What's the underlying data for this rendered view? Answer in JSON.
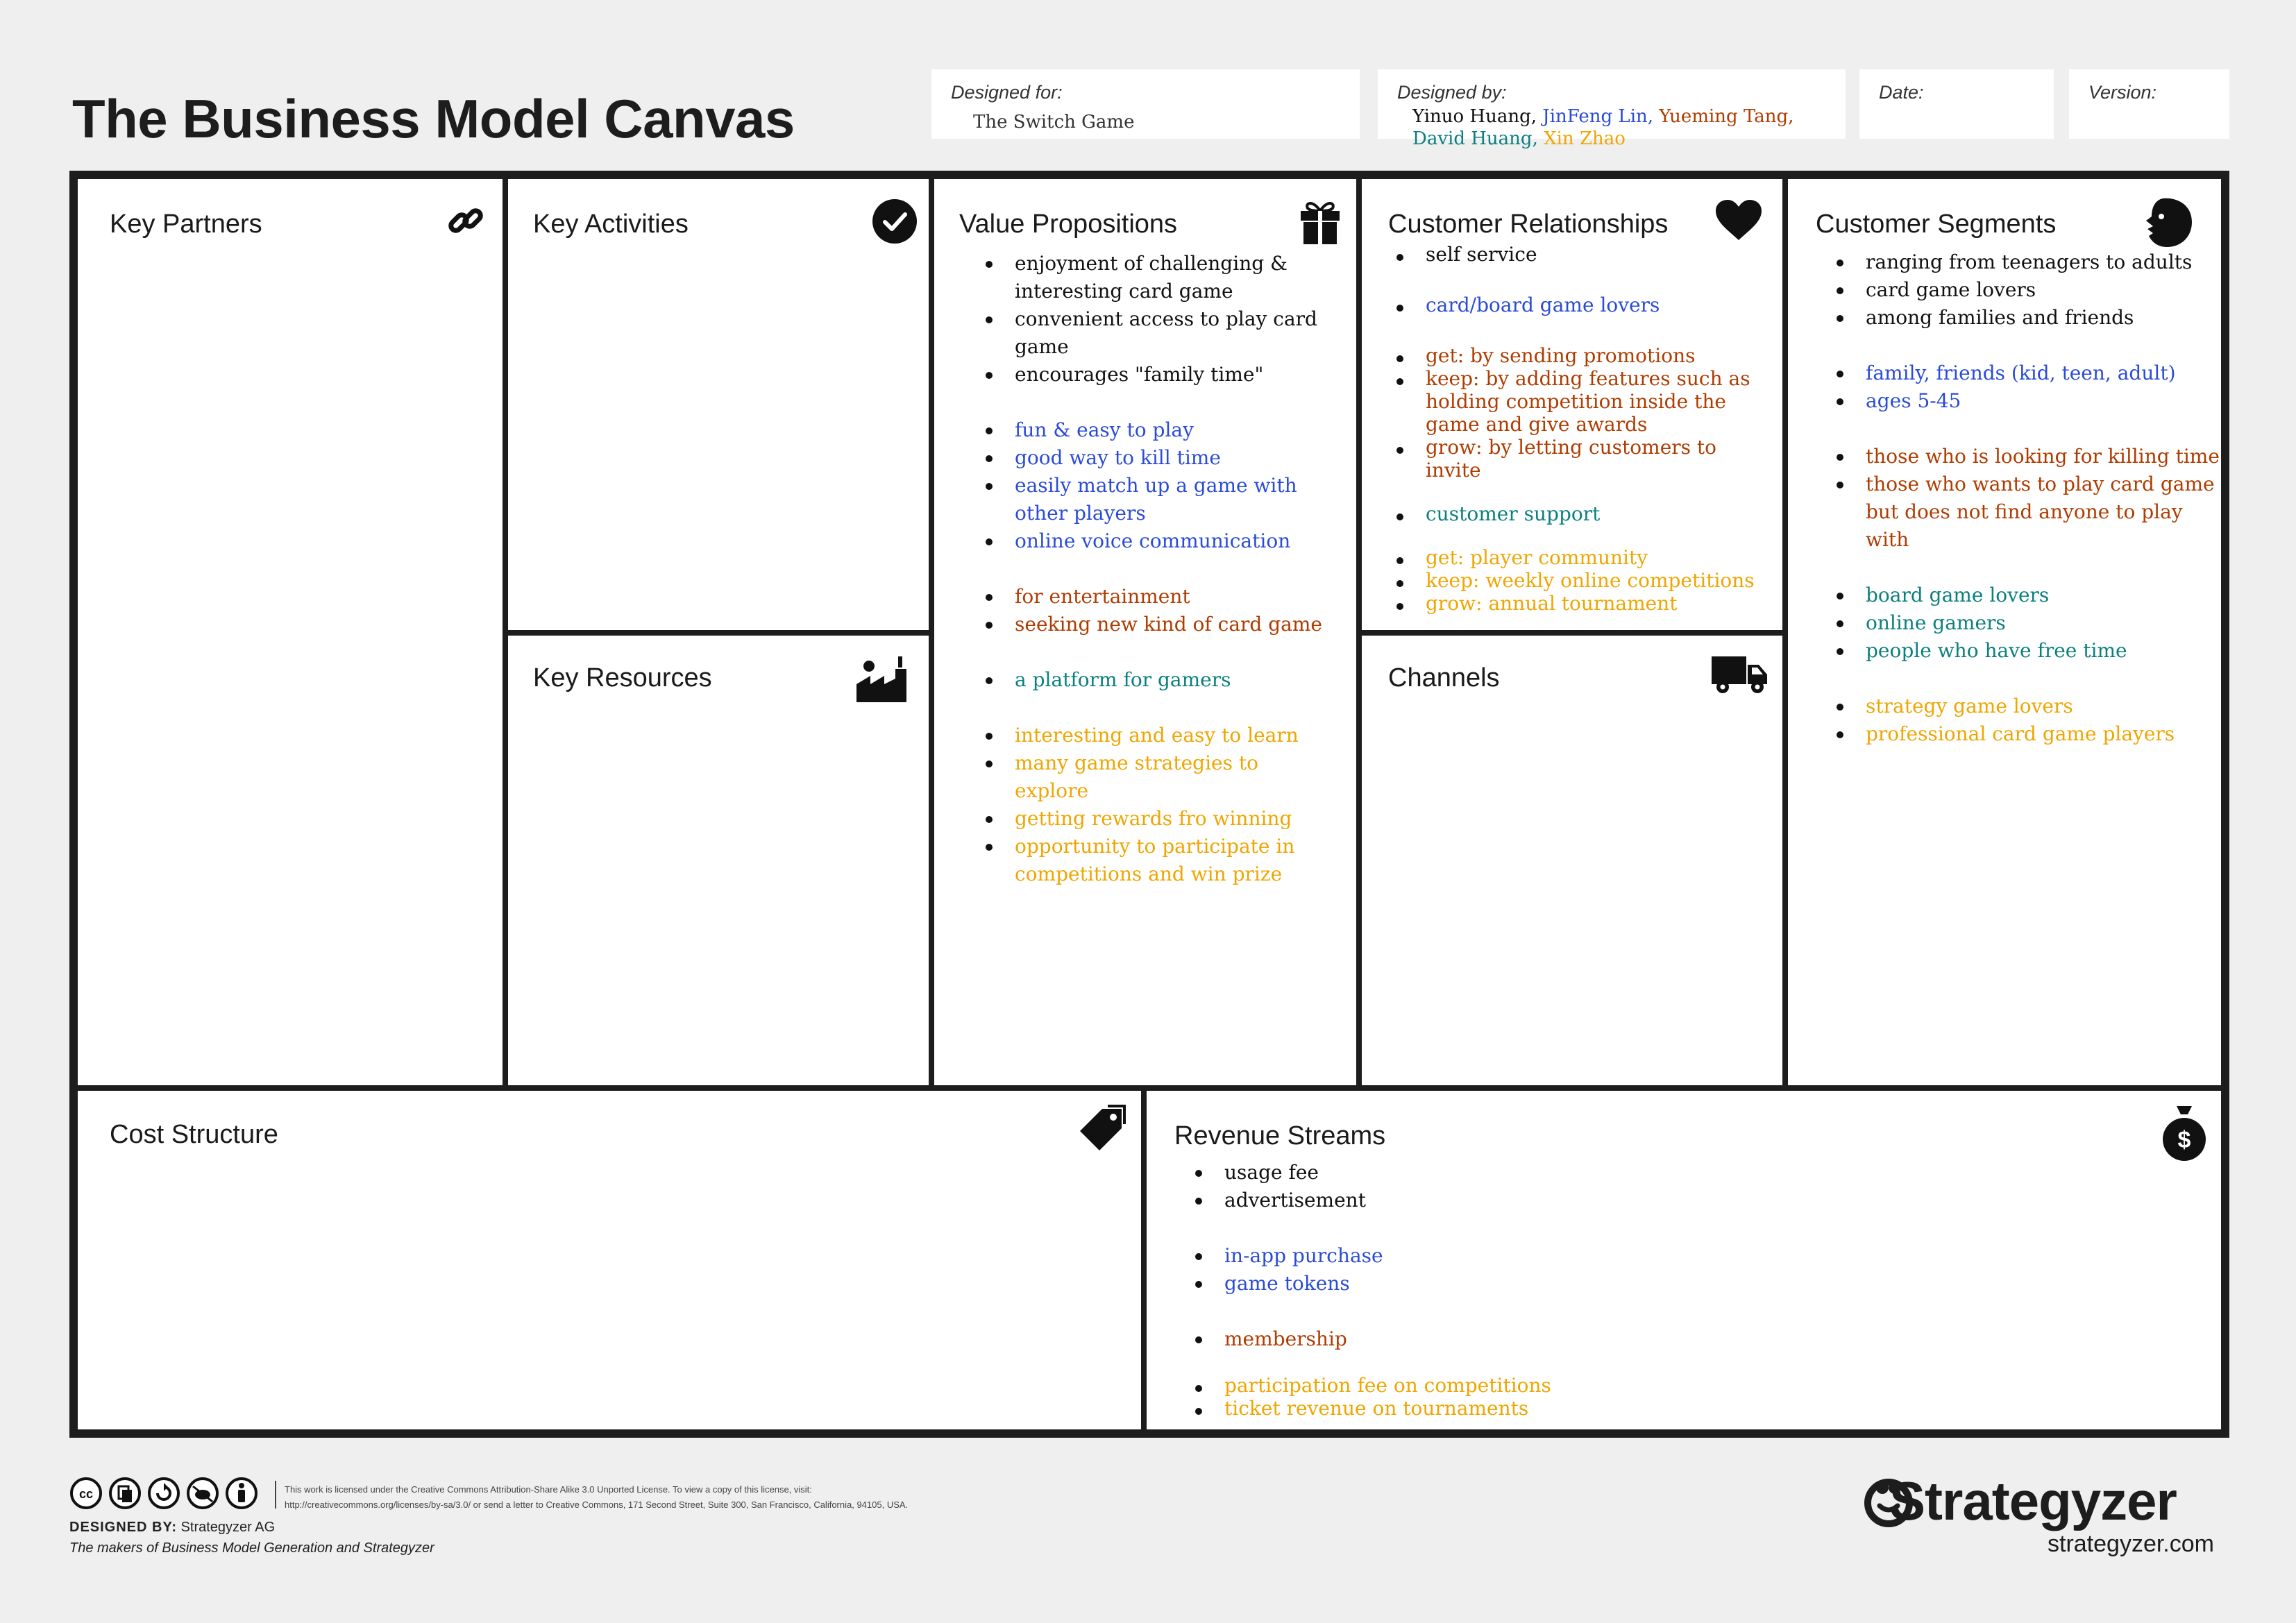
{
  "title": "The Business Model Canvas",
  "header": {
    "designed_for": {
      "label": "Designed for:",
      "value": "The Switch Game"
    },
    "designed_by": {
      "label": "Designed by:",
      "names": [
        {
          "text": "Yinuo Huang,",
          "color": "#111111"
        },
        {
          "text": "JinFeng Lin,",
          "color": "#2a4bd7"
        },
        {
          "text": "Yueming Tang,",
          "color": "#b03c00"
        },
        {
          "text": "David Huang,",
          "color": "#0a7f7f"
        },
        {
          "text": "Xin Zhao",
          "color": "#f0a500"
        }
      ]
    },
    "date": {
      "label": "Date:",
      "value": ""
    },
    "version": {
      "label": "Version:",
      "value": ""
    }
  },
  "blocks": {
    "key_partners": {
      "title": "Key Partners",
      "icon": "link-icon"
    },
    "key_activities": {
      "title": "Key Activities",
      "icon": "checkmark-icon"
    },
    "key_resources": {
      "title": "Key Resources",
      "icon": "factory-icon"
    },
    "value_propositions": {
      "title": "Value Propositions",
      "icon": "gift-icon",
      "items": [
        {
          "text": "enjoyment of challenging & interesting card game",
          "color": "black",
          "gap": false
        },
        {
          "text": "convenient access to play card game",
          "color": "black",
          "gap": false
        },
        {
          "text": "encourages \"family time\"",
          "color": "black",
          "gap": false
        },
        {
          "text": "fun & easy to play",
          "color": "blue",
          "gap": true
        },
        {
          "text": "good way to kill time",
          "color": "blue",
          "gap": false
        },
        {
          "text": "easily match up a game with other players",
          "color": "blue",
          "gap": false
        },
        {
          "text": "online voice communication",
          "color": "blue",
          "gap": false
        },
        {
          "text": "for entertainment",
          "color": "brown",
          "gap": true
        },
        {
          "text": "seeking new kind of card game",
          "color": "brown",
          "gap": false
        },
        {
          "text": "a platform for gamers",
          "color": "teal",
          "gap": true
        },
        {
          "text": "interesting and easy to learn",
          "color": "orange",
          "gap": true
        },
        {
          "text": "many game strategies to explore",
          "color": "orange",
          "gap": false
        },
        {
          "text": "getting rewards fro winning",
          "color": "orange",
          "gap": false
        },
        {
          "text": "opportunity to participate in competitions and win prize",
          "color": "orange",
          "gap": false
        }
      ]
    },
    "customer_relationships": {
      "title": "Customer Relationships",
      "icon": "heart-icon",
      "items": [
        {
          "text": "self service",
          "color": "black",
          "gap": false
        },
        {
          "text": "card/board game lovers",
          "color": "blue",
          "gap": true
        },
        {
          "text": "get: by sending promotions",
          "color": "brown",
          "gap": true
        },
        {
          "text": "keep: by adding features such as holding competition inside the game and give awards",
          "color": "brown",
          "gap": false
        },
        {
          "text": "grow: by letting customers to invite",
          "color": "brown",
          "gap": false
        },
        {
          "text": "customer support",
          "color": "teal",
          "gap": true
        },
        {
          "text": "get: player community",
          "color": "orange",
          "gap": true
        },
        {
          "text": "keep: weekly online competitions",
          "color": "orange",
          "gap": false
        },
        {
          "text": "grow: annual tournament",
          "color": "orange",
          "gap": false
        }
      ]
    },
    "channels": {
      "title": "Channels",
      "icon": "truck-icon"
    },
    "customer_segments": {
      "title": "Customer Segments",
      "icon": "face-icon",
      "items": [
        {
          "text": "ranging from teenagers to adults",
          "color": "black",
          "gap": false
        },
        {
          "text": "card game lovers",
          "color": "black",
          "gap": false
        },
        {
          "text": "among families and friends",
          "color": "black",
          "gap": false
        },
        {
          "text": "family, friends (kid, teen, adult)",
          "color": "blue",
          "gap": true
        },
        {
          "text": "ages 5-45",
          "color": "blue",
          "gap": false
        },
        {
          "text": "those who is looking for killing time",
          "color": "brown",
          "gap": true
        },
        {
          "text": "those who wants to play card game but does not find anyone to play with",
          "color": "brown",
          "gap": false
        },
        {
          "text": "board game lovers",
          "color": "teal",
          "gap": true
        },
        {
          "text": "online gamers",
          "color": "teal",
          "gap": false
        },
        {
          "text": "people who have free time",
          "color": "teal",
          "gap": false
        },
        {
          "text": "strategy game lovers",
          "color": "orange",
          "gap": true
        },
        {
          "text": "professional card game players",
          "color": "orange",
          "gap": false
        }
      ]
    },
    "cost_structure": {
      "title": "Cost Structure",
      "icon": "price-tag-icon"
    },
    "revenue_streams": {
      "title": "Revenue Streams",
      "icon": "money-bag-icon",
      "items": [
        {
          "text": "usage fee",
          "color": "black",
          "gap": false
        },
        {
          "text": "advertisement",
          "color": "black",
          "gap": false
        },
        {
          "text": "in-app purchase",
          "color": "blue",
          "gap": true
        },
        {
          "text": "game tokens",
          "color": "blue",
          "gap": false
        },
        {
          "text": "membership",
          "color": "brown",
          "gap": true
        },
        {
          "text": "participation fee on competitions",
          "color": "orange",
          "gap": true
        },
        {
          "text": "ticket revenue on tournaments",
          "color": "orange",
          "gap": false
        }
      ]
    }
  },
  "footer": {
    "license_line1": "This work is licensed under the Creative Commons Attribution-Share Alike 3.0 Unported License. To view a copy of this license, visit:",
    "license_line2": "http://creativecommons.org/licenses/by-sa/3.0/ or send a letter to Creative Commons, 171 Second Street, Suite 300, San Francisco, California, 94105, USA.",
    "designed_by_label": "DESIGNED BY:",
    "designed_by_company": "Strategyzer AG",
    "makers_line": "The makers of Business Model Generation and Strategyzer",
    "brand_name": "Strategyzer",
    "brand_url": "strategyzer.com",
    "license_icons": [
      "cc-icon",
      "attribution-icon",
      "share-alike-icon",
      "noncommercial-icon",
      "person-icon"
    ]
  }
}
